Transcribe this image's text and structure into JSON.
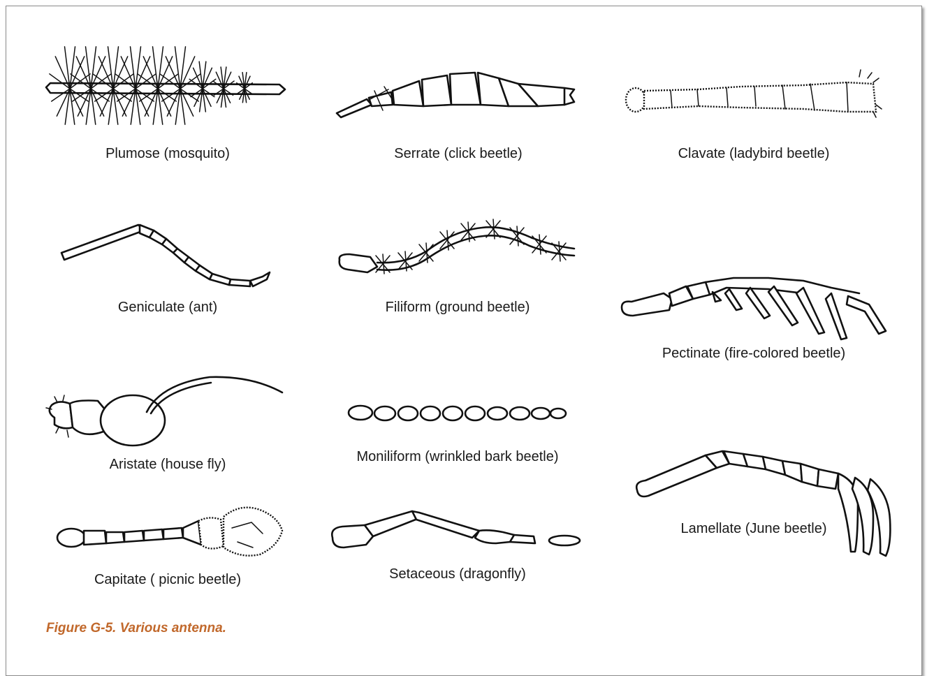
{
  "antennae": [
    {
      "id": "plumose",
      "label": "Plumose (mosquito)"
    },
    {
      "id": "serrate",
      "label": "Serrate (click beetle)"
    },
    {
      "id": "clavate",
      "label": "Clavate (ladybird beetle)"
    },
    {
      "id": "geniculate",
      "label": "Geniculate (ant)"
    },
    {
      "id": "filiform",
      "label": "Filiform (ground beetle)"
    },
    {
      "id": "pectinate",
      "label": "Pectinate (fire-colored beetle)"
    },
    {
      "id": "aristate",
      "label": "Aristate (house fly)"
    },
    {
      "id": "moniliform",
      "label": "Moniliform (wrinkled bark beetle)"
    },
    {
      "id": "lamellate",
      "label": "Lamellate (June beetle)"
    },
    {
      "id": "capitate",
      "label": "Capitate ( picnic beetle)"
    },
    {
      "id": "setaceous",
      "label": "Setaceous (dragonfly)"
    }
  ],
  "caption": "Figure G-5. Various antenna.",
  "colors": {
    "caption": "#c1682b",
    "ink": "#111111",
    "frame": "#8a8a8a"
  }
}
